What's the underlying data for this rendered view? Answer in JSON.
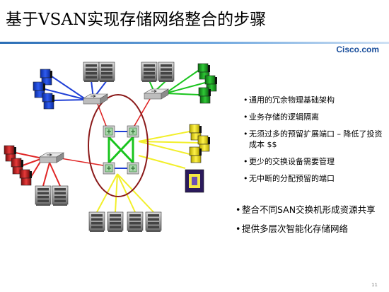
{
  "slide": {
    "title": "基于VSAN实现存储网络整合的步骤",
    "brand": "Cisco.com",
    "page_number": "11"
  },
  "bullets_group_1": [
    "通用的冗余物理基础架构",
    "业务存储的逻辑隔离",
    "无须过多的预留扩展端口  – 降低了投资成本  $$",
    "更少的交换设备需要管理",
    "无中断的分配预留的端口"
  ],
  "bullets_group_2": [
    "整合不同SAN交换机形成资源共享",
    "提供多层次智能化存储网络"
  ],
  "colors": {
    "blue_link": "#1f3fd6",
    "green_link": "#19c41d",
    "yellow_link": "#f2ef2a",
    "red_link": "#e02626",
    "ellipse": "#8b1a1a"
  }
}
